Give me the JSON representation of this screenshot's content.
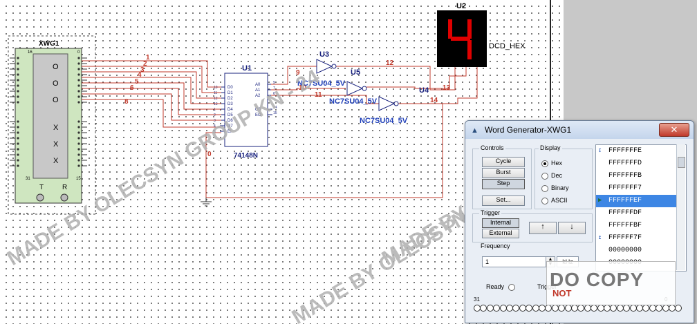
{
  "schematic": {
    "xwg1": {
      "label": "XWG1",
      "pin_left": "16",
      "pin_right": "0",
      "pin_bottom_left": "31",
      "pin_bottom_right": "15",
      "o_marks": [
        "O",
        "O",
        "O"
      ],
      "x_marks": [
        "X",
        "X",
        "X"
      ],
      "t_label": "T",
      "r_label": "R"
    },
    "u1": {
      "ref": "U1",
      "part": "74148N",
      "inputs": [
        "D0",
        "D1",
        "D2",
        "D3",
        "D4",
        "D5",
        "D6",
        "D7",
        "EI"
      ],
      "input_pins": [
        "10",
        "11",
        "12",
        "13",
        "1",
        "2",
        "3",
        "4",
        "5"
      ],
      "outputs": [
        "A0",
        "A1",
        "A2",
        "GS",
        "EO"
      ],
      "output_pins": [
        "9",
        "7",
        "6",
        "14",
        "15"
      ]
    },
    "u2": {
      "ref": "U2",
      "digit": "4",
      "part": "DCD_HEX"
    },
    "u3": {
      "ref": "U3",
      "part": "NC7SU04_5V"
    },
    "u4": {
      "ref": "U4",
      "part": "NC7SU04_5V"
    },
    "u5": {
      "ref": "U5",
      "part": "NC7SU04_5V"
    },
    "net_labels": [
      "1",
      "2",
      "3",
      "4",
      "5",
      "6",
      "8",
      "9",
      "10",
      "11",
      "12",
      "13",
      "14",
      "0"
    ],
    "colors": {
      "wire": "#c0392b",
      "component": "#1a237e",
      "label": "#1f3fb8",
      "display_bg": "#000000",
      "display_seg": "#e00000"
    }
  },
  "watermarks": [
    "MADE BY OLECSYN GROUP KN - 24",
    "MADE BY OLECSYN GROUP KN - 24",
    "MADE BY OLECSYN GROUP KN - 24"
  ],
  "watermark_logo": {
    "text_top": "DO   COPY",
    "text_not": "NOT"
  },
  "word_generator": {
    "title": "Word Generator-XWG1",
    "close_icon": "✕",
    "controls": {
      "label": "Controls",
      "buttons": [
        "Cycle",
        "Burst",
        "Step",
        "Set..."
      ],
      "active": "Step"
    },
    "display": {
      "label": "Display",
      "options": [
        "Hex",
        "Dec",
        "Binary",
        "ASCII"
      ],
      "selected": "Hex"
    },
    "trigger": {
      "label": "Trigger",
      "buttons": [
        "Internal",
        "External"
      ],
      "active": "Internal"
    },
    "frequency": {
      "label": "Frequency",
      "value": "1",
      "unit": "kHz"
    },
    "words": [
      "FFFFFFFE",
      "FFFFFFFD",
      "FFFFFFFB",
      "FFFFFFF7",
      "FFFFFFEF",
      "FFFFFFDF",
      "FFFFFFBF",
      "FFFFFF7F",
      "00000000",
      "00000000"
    ],
    "selected_index": 4,
    "ready_label": "Ready",
    "trigger_status_label": "Trigger",
    "bit_left": "31",
    "bit_right": "0",
    "bit_count": 32
  }
}
